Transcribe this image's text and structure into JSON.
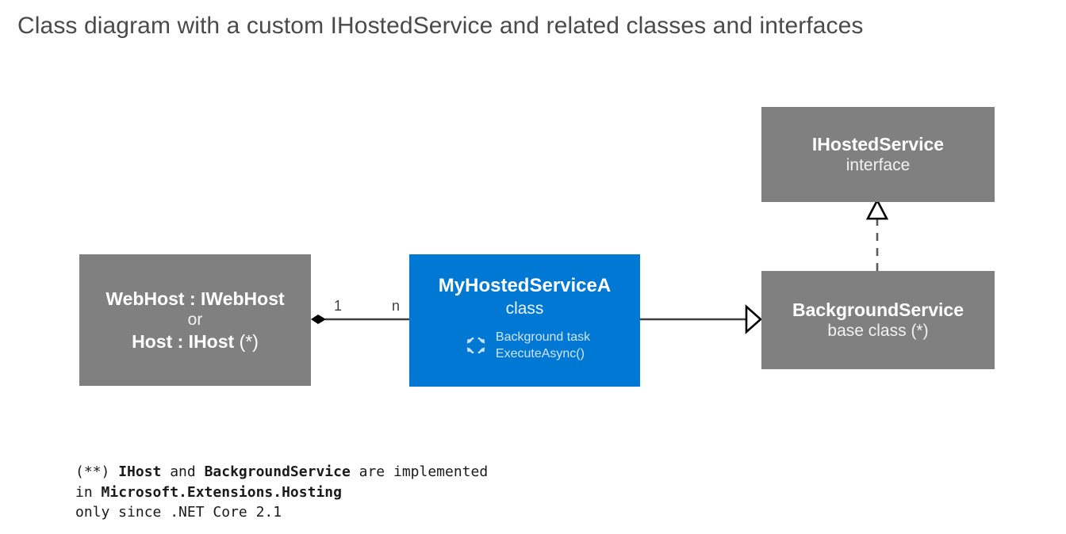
{
  "title": "Class diagram with a custom IHostedService and related classes and interfaces",
  "colors": {
    "gray_node": "#808080",
    "blue_node": "#0078d4",
    "title_text": "#4a4a4a",
    "connector": "#3f3f3f",
    "background": "#ffffff"
  },
  "nodes": {
    "webhost": {
      "title_line1": "WebHost : IWebHost",
      "or_label": "or",
      "title_line2_bold": "Host : IHost",
      "title_line2_tail": " (*)",
      "kind": "class"
    },
    "myhostedservicea": {
      "title": "MyHostedServiceA",
      "stereotype": "class",
      "icon": "circular-arrows-icon",
      "task_line1": "Background task",
      "task_line2": "ExecuteAsync()"
    },
    "ihostedservice": {
      "title": "IHostedService",
      "stereotype": "interface"
    },
    "backgroundservice": {
      "title": "BackgroundService",
      "stereotype": "base class (*)"
    }
  },
  "edges": {
    "composition": {
      "source_multiplicity": "1",
      "target_multiplicity": "n",
      "source": "webhost",
      "target": "myhostedservicea",
      "style": "solid",
      "source_marker": "filled-diamond"
    },
    "generalization": {
      "source": "myhostedservicea",
      "target": "backgroundservice",
      "style": "solid",
      "target_marker": "hollow-triangle"
    },
    "realization": {
      "source": "backgroundservice",
      "target": "ihostedservice",
      "style": "dashed",
      "target_marker": "hollow-triangle"
    }
  },
  "footnote": {
    "line1_a": "(**) ",
    "line1_b": "IHost",
    "line1_c": " and ",
    "line1_d": "BackgroundService",
    "line1_e": " are implemented",
    "line2_a": "in ",
    "line2_b": "Microsoft.Extensions.Hosting",
    "line3": "only since .NET Core 2.1"
  }
}
